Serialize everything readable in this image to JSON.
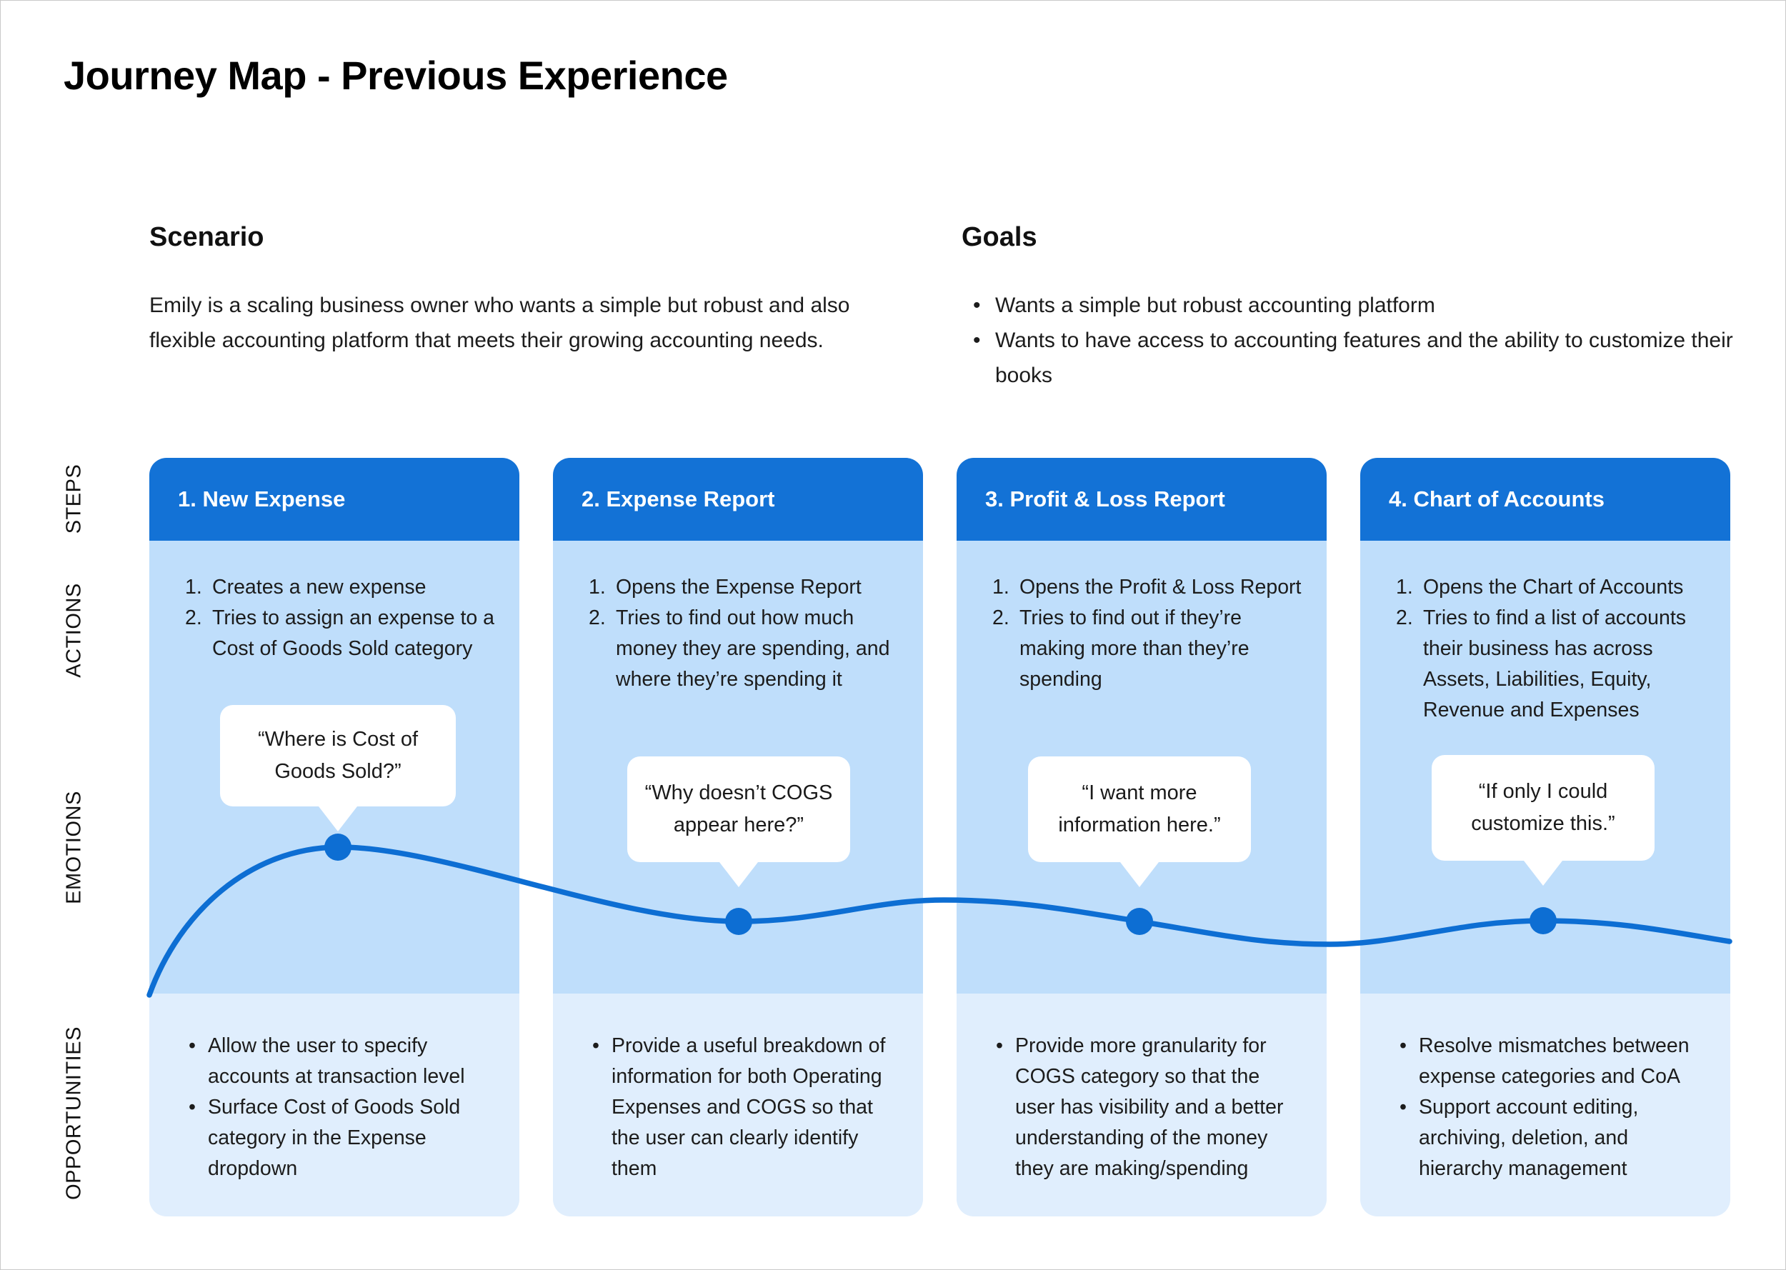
{
  "page": {
    "title": "Journey Map - Previous Experience"
  },
  "scenario": {
    "heading": "Scenario",
    "text": "Emily is a scaling business owner who wants a simple but robust and also flexible accounting platform that meets their growing accounting needs."
  },
  "goals": {
    "heading": "Goals",
    "items": [
      "Wants a simple but robust accounting platform",
      "Wants to have access to accounting features and the ability to customize their books"
    ]
  },
  "row_labels": {
    "steps": "STEPS",
    "actions": "ACTIONS",
    "emotions": "EMOTIONS",
    "opportunities": "OPPORTUNITIES"
  },
  "colors": {
    "header_blue": "#1372d6",
    "band_blue": "#bfdefb",
    "opportunity_blue": "#e0eefd",
    "line_blue": "#0d6ed3",
    "bubble_white": "#ffffff",
    "text_dark": "#1c1c1c"
  },
  "columns": [
    {
      "step": "1. New Expense",
      "actions": [
        "Creates a new expense",
        "Tries to assign an expense to a Cost of Goods Sold category"
      ],
      "emotion_quote": "“Where is Cost of Goods Sold?”",
      "opportunities": [
        "Allow the user to specify accounts at transaction level",
        "Surface Cost of Goods Sold category in the Expense dropdown"
      ]
    },
    {
      "step": "2. Expense Report",
      "actions": [
        "Opens the Expense Report",
        "Tries to find out how much money they are spending, and where they’re spending it"
      ],
      "emotion_quote": "“Why doesn’t COGS appear here?”",
      "opportunities": [
        "Provide a useful breakdown of information for both Operating Expenses and COGS so that the user can clearly identify them"
      ]
    },
    {
      "step": "3. Profit & Loss Report",
      "actions": [
        "Opens the Profit & Loss Report",
        "Tries to find out if they’re making more than they’re spending"
      ],
      "emotion_quote": "“I want more information here.”",
      "opportunities": [
        "Provide more granularity for COGS category so that the user has visibility and a better understanding of the money they are making/spending"
      ]
    },
    {
      "step": "4. Chart of Accounts",
      "actions": [
        "Opens the Chart of Accounts",
        "Tries to find a list of accounts their business has across Assets, Liabilities, Equity, Revenue and Expenses"
      ],
      "emotion_quote": "“If only I could customize this.”",
      "opportunities": [
        "Resolve mismatches between expense categories and CoA",
        "Support account editing, archiving, deletion, and hierarchy management"
      ]
    }
  ]
}
